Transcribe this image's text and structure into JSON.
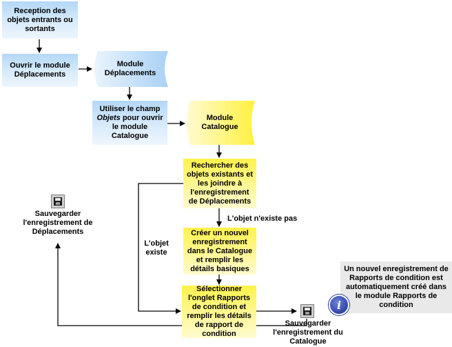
{
  "nodes": {
    "reception": "Reception des objets entrants ou sortants",
    "open_module": "Ouvrir le module Déplacements",
    "module_deplacements": "Module Déplacements",
    "use_field_pre": "Utiliser le champ",
    "use_field_italic": "Objets",
    "use_field_post": "pour ouvrir le module Catalogue",
    "module_catalogue": "Module Catalogue",
    "search_objects": "Rechercher des objets existants et les joindre à l'enregistrement de Déplacements",
    "create_record": "Créer un nouvel enregistrement dans le Catalogue et remplir les détails basiques",
    "select_tab": "Sélectionner l'onglet Rapports de condition et remplir les détails de rapport de condition"
  },
  "labels": {
    "not_exists": "L'objet n'existe pas",
    "exists": "L'objet existe",
    "save_catalogue": "Sauvegarder l'enregistrement du Catalogue",
    "save_deplacements": "Sauvegarder l'enregistrement de Déplacements"
  },
  "note": {
    "text": "Un nouvel enregistrement de Rapports de condition est automatiquement créé dans le module Rapports de condition"
  },
  "icons": {
    "save": "floppy-disk-icon",
    "info": "info-icon"
  }
}
